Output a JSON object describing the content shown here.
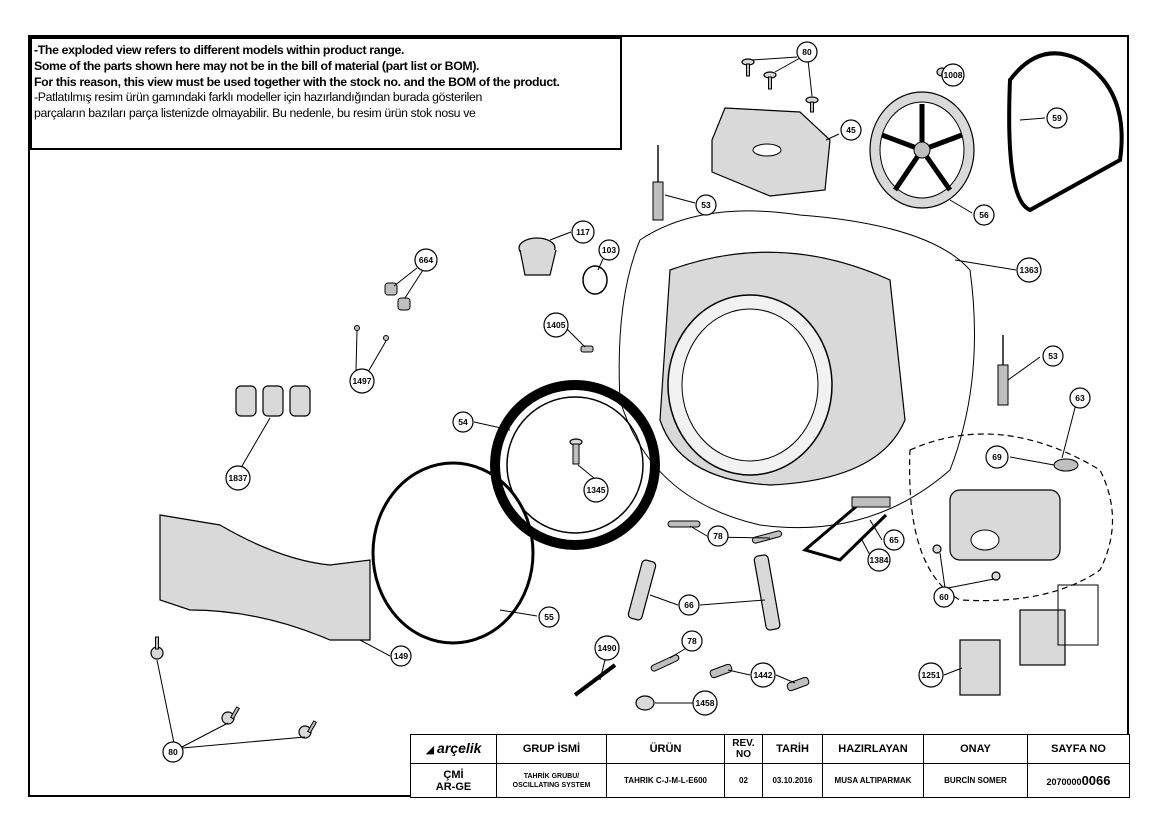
{
  "notice": {
    "line1": "-The exploded view refers to different models within product range.",
    "line2": "Some of the parts shown here may not be in the bill of material (part list or BOM).",
    "line3": "For this reason, this view must be used together with the stock no. and the BOM of the product.",
    "line4": "-Patlatılmış resim ürün gamındaki farklı modeller için hazırlandığından burada gösterilen",
    "line5": "parçaların bazıları parça listenizde olmayabilir. Bu nedenle, bu resim ürün stok nosu ve"
  },
  "callouts": {
    "c80a": "80",
    "c1008": "1008",
    "c59": "59",
    "c45": "45",
    "c56": "56",
    "c53a": "53",
    "c117": "117",
    "c103": "103",
    "c1363": "1363",
    "c664": "664",
    "c1405": "1405",
    "c1497": "1497",
    "c53b": "53",
    "c63": "63",
    "c54": "54",
    "c69": "69",
    "c1837": "1837",
    "c1345": "1345",
    "c78a": "78",
    "c65": "65",
    "c1384": "1384",
    "c60": "60",
    "c66": "66",
    "c55": "55",
    "c1490": "1490",
    "c78b": "78",
    "c149": "149",
    "c1442": "1442",
    "c1251": "1251",
    "c1458": "1458",
    "c80b": "80"
  },
  "title_block": {
    "logo": "arçelik",
    "header_group": "GRUP İSMİ",
    "header_product": "ÜRÜN",
    "header_rev": "REV. NO",
    "header_date": "TARİH",
    "header_prepared": "HAZIRLAYAN",
    "header_approved": "ONAY",
    "header_sheet": "SAYFA NO",
    "dept_line1": "ÇMİ",
    "dept_line2": "AR-GE",
    "group_line1": "TAHRİK GRUBU/",
    "group_line2": "OSCILLATING SYSTEM",
    "product": "TAHRIK C-J-M-L-E600",
    "rev": "02",
    "date": "03.10.2016",
    "prepared": "MUSA ALTIPARMAK",
    "approved": "BURCİN SOMER",
    "sheet_prefix": "2070000",
    "sheet_suffix": "0066"
  }
}
